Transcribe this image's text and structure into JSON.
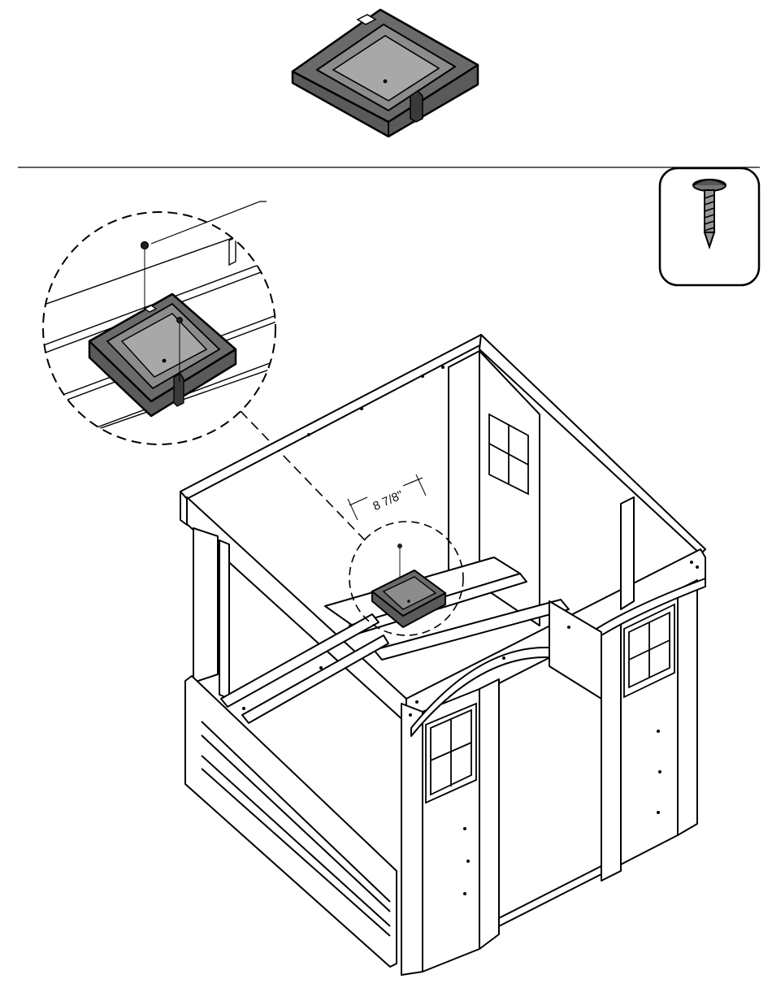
{
  "figure": {
    "part_name": "planter-tray",
    "hardware_icon": "screw-icon",
    "detail_callout": "magnified-detail",
    "dimension_label": "8 7/8\"",
    "colors": {
      "line": "#000000",
      "part_fill": "#5a5a5a",
      "part_inner": "#8c8c8c",
      "part_floor": "#a8a8a8",
      "background": "#ffffff"
    }
  }
}
